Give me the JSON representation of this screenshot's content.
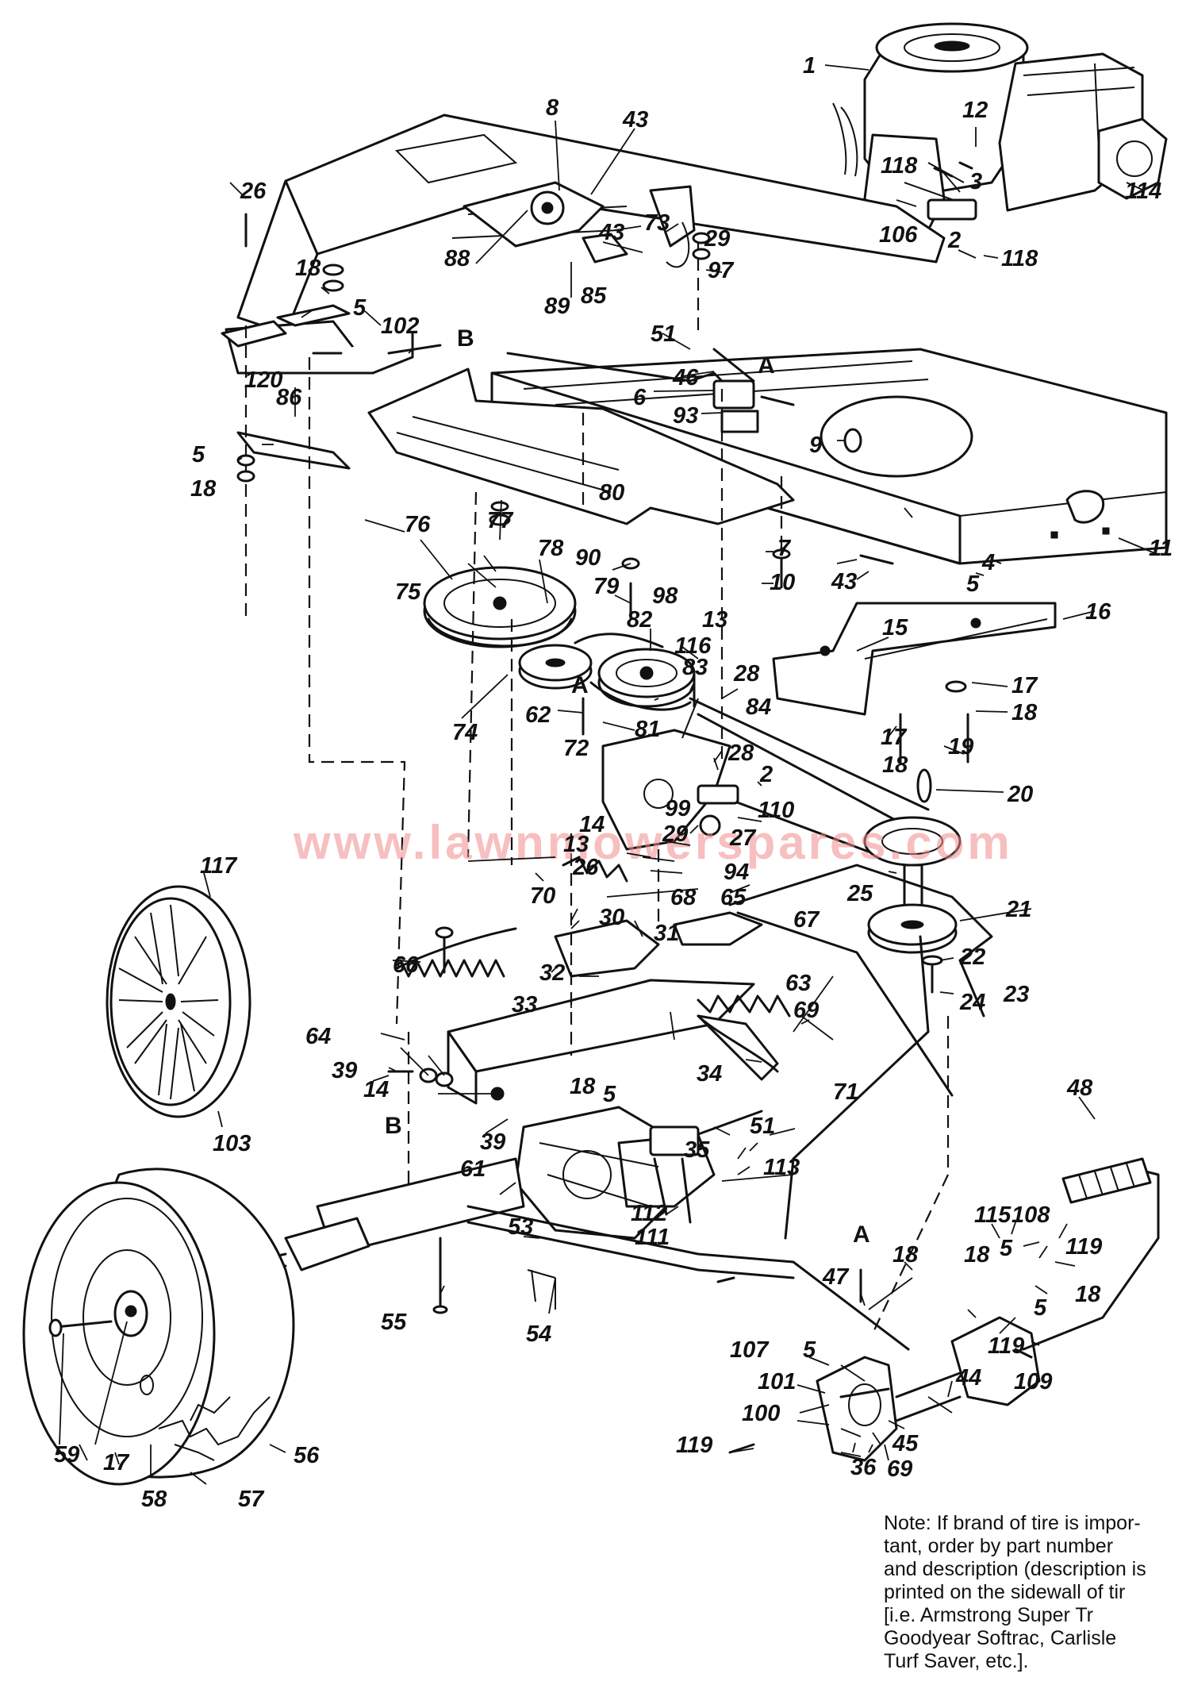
{
  "diagram": {
    "watermark": "www.lawnmowerspares.com",
    "callouts": {
      "c1": "1",
      "c2a": "2",
      "c2b": "2",
      "c3": "3",
      "c4": "4",
      "c5a": "5",
      "c5b": "5",
      "c5c": "5",
      "c5d": "5",
      "c5e": "5",
      "c5f": "5",
      "c5g": "5",
      "c6": "6",
      "c7": "7",
      "c8": "8",
      "c9": "9",
      "c10": "10",
      "c11": "11",
      "c12": "12",
      "c13a": "13",
      "c13b": "13",
      "c14a": "14",
      "c14b": "14",
      "c15": "15",
      "c16": "16",
      "c17a": "17",
      "c17b": "17",
      "c17c": "17",
      "c18a": "18",
      "c18b": "18",
      "c18c": "18",
      "c18d": "18",
      "c18e": "18",
      "c18f": "18",
      "c18g": "18",
      "c18h": "18",
      "c19": "19",
      "c20": "20",
      "c21": "21",
      "c22": "22",
      "c23": "23",
      "c24": "24",
      "c25": "25",
      "c26a": "26",
      "c26b": "26",
      "c27": "27",
      "c28a": "28",
      "c28b": "28",
      "c29a": "29",
      "c29b": "29",
      "c30": "30",
      "c31": "31",
      "c32": "32",
      "c33": "33",
      "c34": "34",
      "c35": "35",
      "c36": "36",
      "c39a": "39",
      "c39b": "39",
      "c43a": "43",
      "c43b": "43",
      "c43c": "43",
      "c44": "44",
      "c45": "45",
      "c46": "46",
      "c47": "47",
      "c48": "48",
      "c51a": "51",
      "c51b": "51",
      "c53": "53",
      "c54": "54",
      "c55": "55",
      "c56": "56",
      "c57": "57",
      "c58": "58",
      "c59": "59",
      "c61": "61",
      "c62": "62",
      "c63": "63",
      "c64": "64",
      "c65": "65",
      "c66": "66",
      "c67": "67",
      "c68": "68",
      "c69a": "69",
      "c69b": "69",
      "c70": "70",
      "c71": "71",
      "c72": "72",
      "c73": "73",
      "c74": "74",
      "c75": "75",
      "c76": "76",
      "c77": "77",
      "c78": "78",
      "c79": "79",
      "c80": "80",
      "c81": "81",
      "c82": "82",
      "c83": "83",
      "c84": "84",
      "c85": "85",
      "c86": "86",
      "c88": "88",
      "c89": "89",
      "c90": "90",
      "c93": "93",
      "c94": "94",
      "c97": "97",
      "c98": "98",
      "c99": "99",
      "c100": "100",
      "c101": "101",
      "c102": "102",
      "c103": "103",
      "c106": "106",
      "c107": "107",
      "c108": "108",
      "c109": "109",
      "c110": "110",
      "c111": "111",
      "c112": "112",
      "c113": "113",
      "c114": "114",
      "c115": "115",
      "c116": "116",
      "c117": "117",
      "c118a": "118",
      "c118b": "118",
      "c119a": "119",
      "c119b": "119",
      "c119c": "119",
      "c120": "120",
      "lA1": "A",
      "lA2": "A",
      "lA3": "A",
      "lB1": "B",
      "lB2": "B"
    },
    "note_lines": [
      "Note: If brand of tire is impor-",
      "tant, order by part number",
      "and description (description is",
      "printed on the sidewall of tir",
      "[i.e. Armstrong Super Tr",
      "Goodyear Softrac, Carlisle",
      "Turf Saver, etc.]."
    ]
  }
}
